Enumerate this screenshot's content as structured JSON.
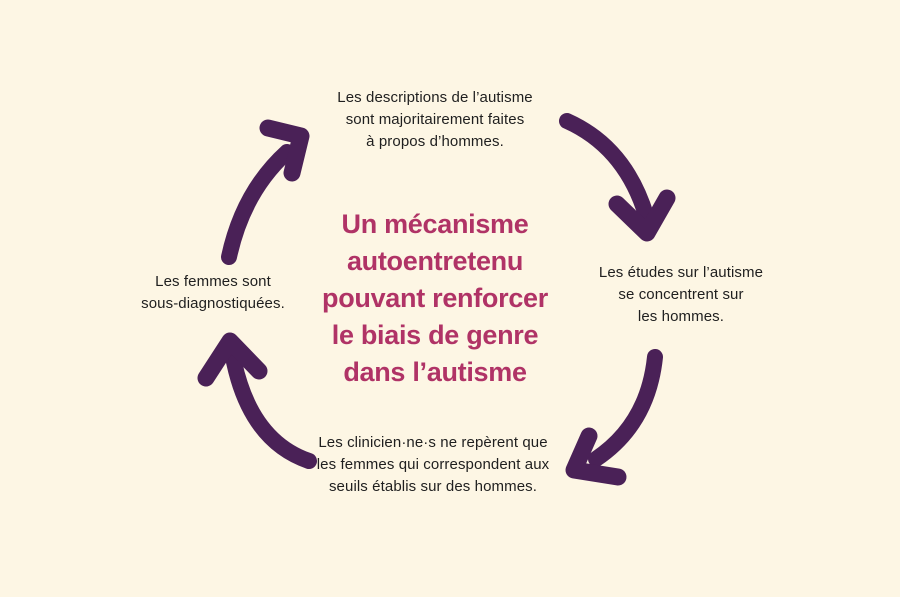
{
  "colors": {
    "background": "#FDF6E4",
    "arrow_purple": "#4A2157",
    "title_raspberry": "#B03366",
    "body_text": "#1F1F1F"
  },
  "center_title": {
    "lines": {
      "0": "Un mécanisme",
      "1": "autoentretenu",
      "2": "pouvant renforcer",
      "3": "le biais de genre",
      "4": "dans l’autisme"
    }
  },
  "cycle_steps": {
    "top": {
      "lines": {
        "0": "Les descriptions de l’autisme",
        "1": "sont majoritairement faites",
        "2": "à propos d’hommes."
      }
    },
    "right": {
      "lines": {
        "0": "Les études sur l’autisme",
        "1": "se concentrent sur",
        "2": "les hommes."
      }
    },
    "bottom": {
      "lines": {
        "0": "Les clinicien·ne·s ne repèrent que",
        "1": "les femmes qui correspondent aux",
        "2": "seuils établis sur des hommes."
      }
    },
    "left": {
      "lines": {
        "0": "Les femmes sont",
        "1": "sous-diagnostiquées."
      }
    }
  },
  "arrows": [
    {
      "name": "cycle-arrow-left-to-top",
      "direction": "up-right"
    },
    {
      "name": "cycle-arrow-top-to-right",
      "direction": "down"
    },
    {
      "name": "cycle-arrow-right-to-bottom",
      "direction": "down-left"
    },
    {
      "name": "cycle-arrow-bottom-to-left",
      "direction": "up"
    }
  ]
}
